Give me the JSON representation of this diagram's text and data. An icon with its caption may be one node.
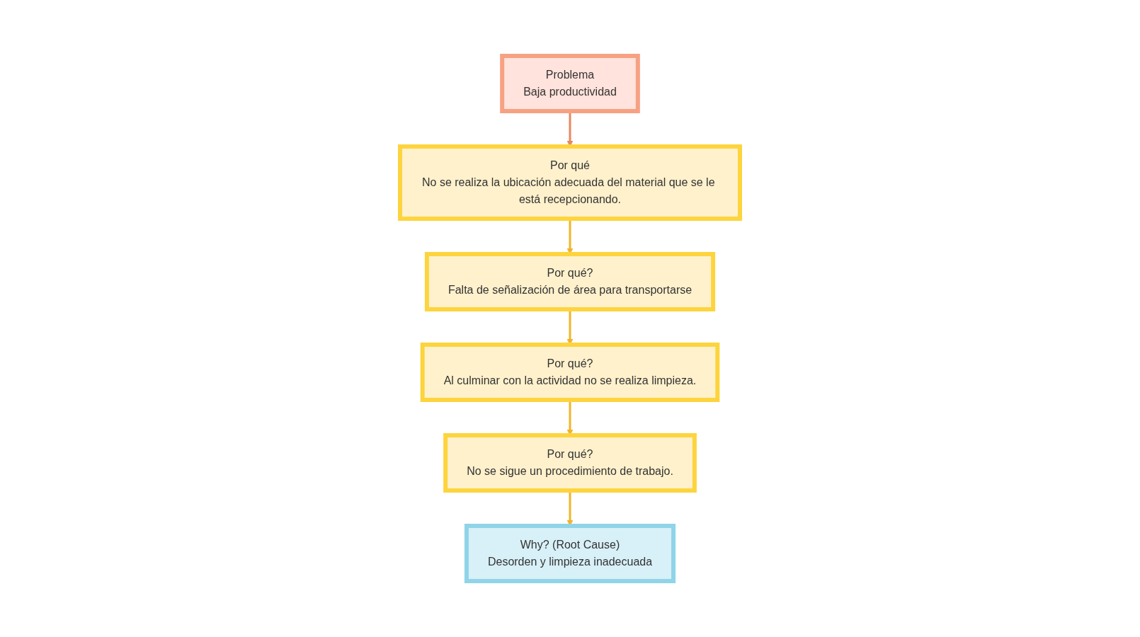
{
  "diagram": {
    "nodes": [
      {
        "text": [
          "Problema",
          "Baja productividad"
        ]
      },
      {
        "text": [
          "Por qué",
          "No se realiza la ubicación adecuada del material que se le está recepcionando."
        ]
      },
      {
        "text": [
          "Por qué?",
          "Falta de señalización de área para transportarse"
        ]
      },
      {
        "text": [
          "Por qué?",
          "Al culminar con la actividad no se realiza limpieza."
        ]
      },
      {
        "text": [
          "Por qué?",
          "No se sigue un procedimiento de trabajo."
        ]
      },
      {
        "text": [
          "Why? (Root Cause)",
          "Desorden y limpieza inadecuada"
        ]
      }
    ],
    "edges": [
      {
        "from": 0,
        "to": 1,
        "arrow": "to",
        "color": "#e8875f"
      },
      {
        "from": 1,
        "to": 2,
        "arrow": "to"
      },
      {
        "from": 2,
        "to": 3,
        "arrow": "to"
      },
      {
        "from": 3,
        "to": 4,
        "arrow": "to"
      },
      {
        "from": 4,
        "to": 5,
        "arrow": "to"
      }
    ]
  }
}
